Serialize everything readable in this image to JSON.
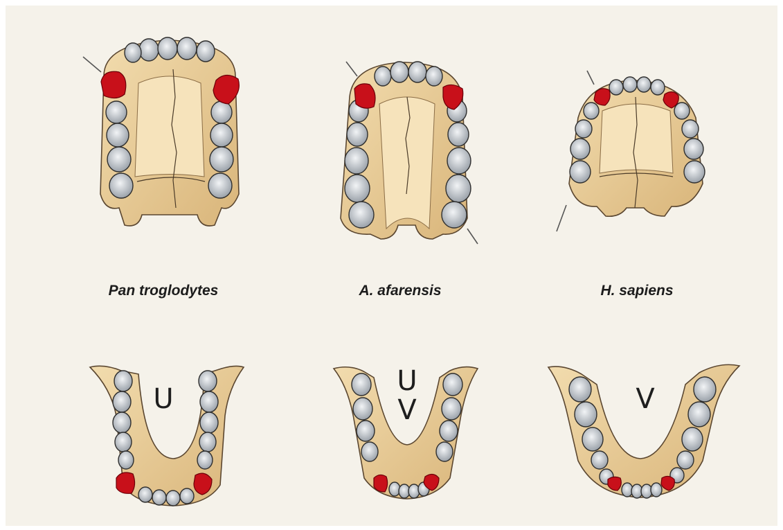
{
  "figure": {
    "species": [
      {
        "name": "Pan troglodytes",
        "arch_shape": "U"
      },
      {
        "name": "A. afarensis",
        "arch_shape_top": "U",
        "arch_shape_bottom": "V"
      },
      {
        "name": "H. sapiens",
        "arch_shape": "V"
      }
    ],
    "colors": {
      "background": "#f5f2ea",
      "bone": "#ecd3a2",
      "bone_shadow": "#c9a870",
      "tooth": "#c4c9cf",
      "tooth_outline": "#2e2e2e",
      "canine_highlight": "#c8101a"
    }
  }
}
